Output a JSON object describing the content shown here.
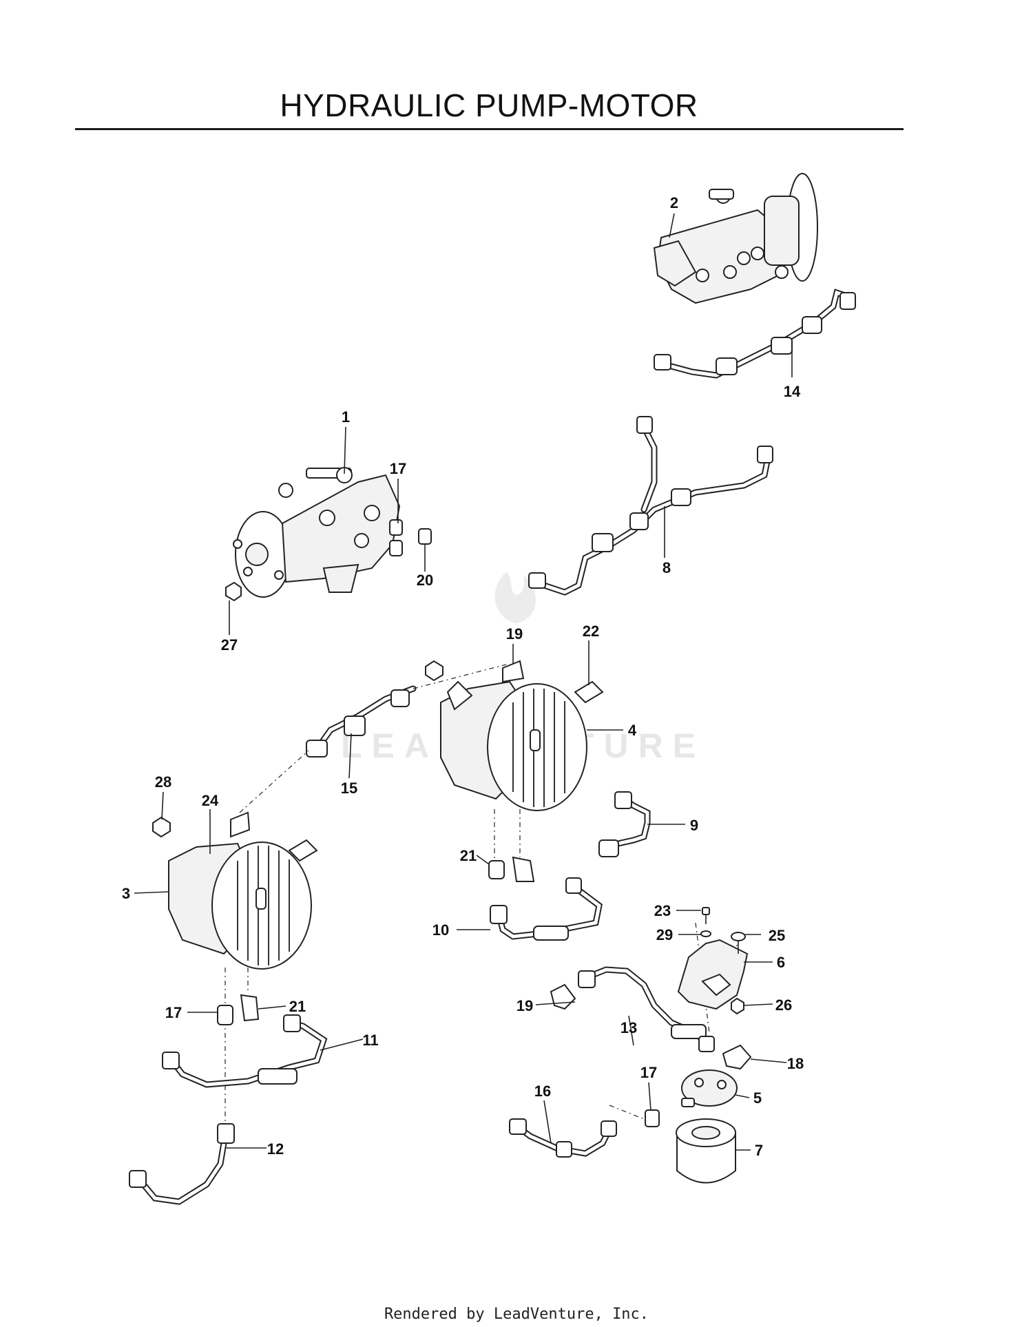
{
  "title": "HYDRAULIC PUMP-MOTOR",
  "watermark": "LEADVENTURE",
  "footer": "Rendered by LeadVenture, Inc.",
  "callouts": {
    "c1": "1",
    "c2": "2",
    "c3": "3",
    "c4": "4",
    "c5": "5",
    "c6": "6",
    "c7": "7",
    "c8": "8",
    "c9": "9",
    "c10": "10",
    "c11": "11",
    "c12": "12",
    "c13": "13",
    "c14": "14",
    "c15": "15",
    "c16": "16",
    "c17a": "17",
    "c17b": "17",
    "c17c": "17",
    "c18": "18",
    "c19a": "19",
    "c19b": "19",
    "c20": "20",
    "c21a": "21",
    "c21b": "21",
    "c22": "22",
    "c23": "23",
    "c24": "24",
    "c25": "25",
    "c26": "26",
    "c27": "27",
    "c28": "28",
    "c29": "29"
  }
}
